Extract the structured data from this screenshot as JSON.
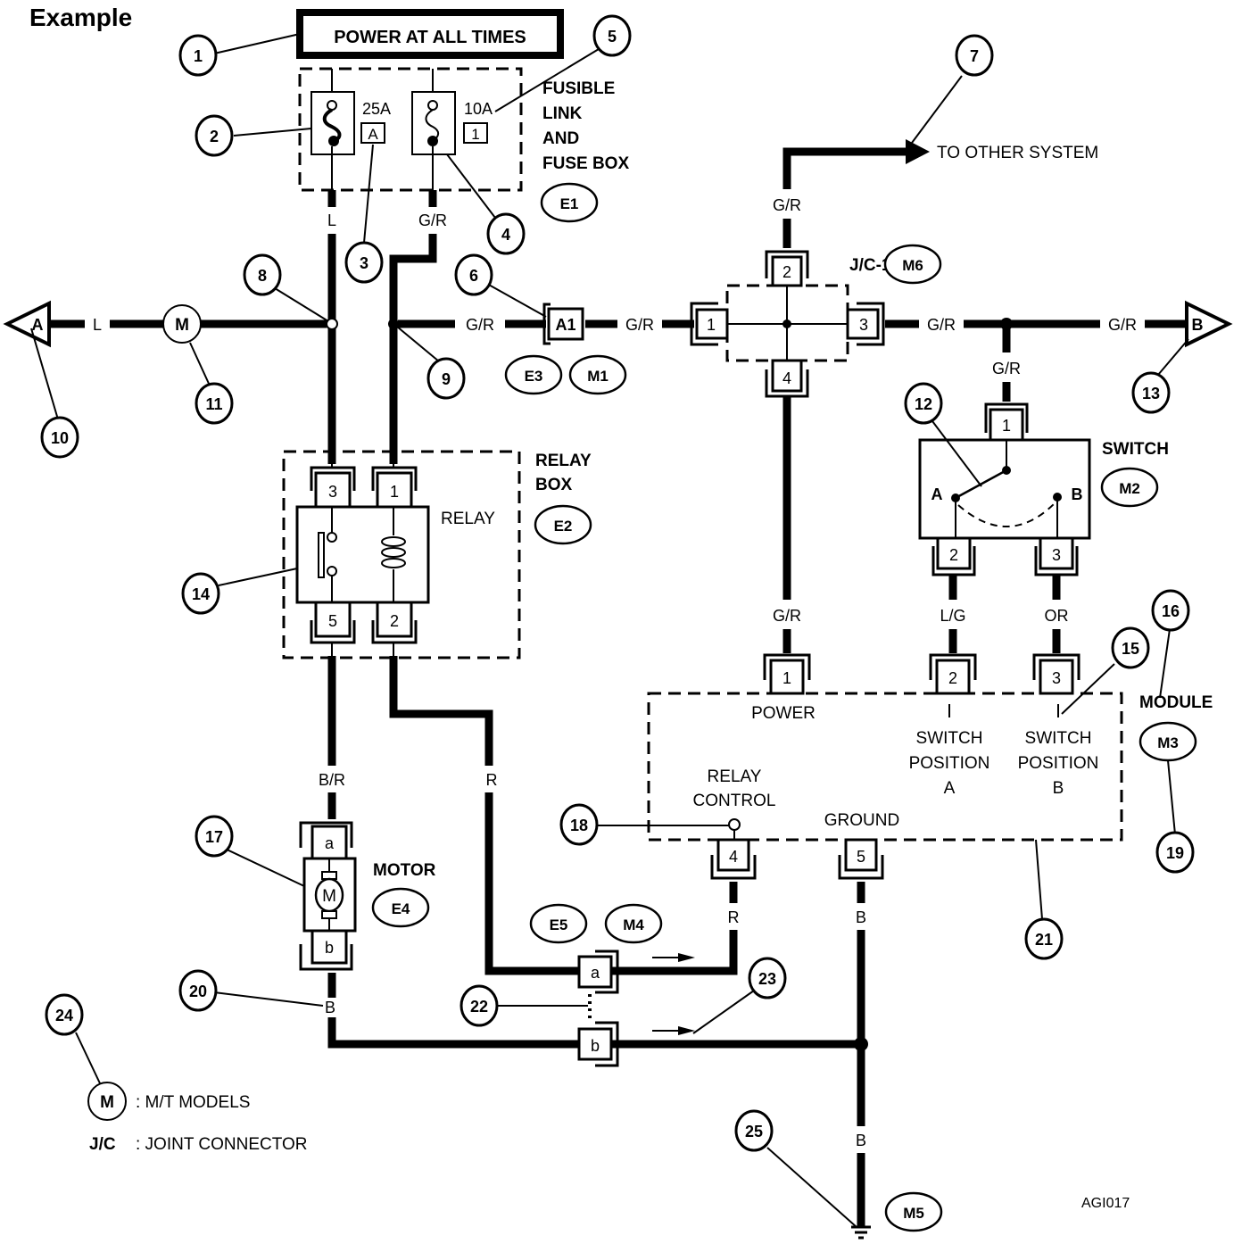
{
  "title": "Example",
  "power_label": "POWER AT ALL TIMES",
  "fuse_box": {
    "label_lines": [
      "FUSIBLE",
      "LINK",
      "AND",
      "FUSE BOX"
    ],
    "code": "E1",
    "fusible_link": {
      "rating": "25A",
      "id": "A"
    },
    "fuse": {
      "rating": "10A",
      "id": "1"
    }
  },
  "wires": {
    "L_top": "L",
    "GR_top": "G/R",
    "L_left": "L",
    "GR_a1_left": "G/R",
    "GR_a1_right": "G/R",
    "GR_jc_up": "G/R",
    "GR_jc_right": "G/R",
    "GR_right_end": "G/R",
    "GR_switch": "G/R",
    "GR_module": "G/R",
    "LG": "L/G",
    "OR": "OR",
    "BR": "B/R",
    "R_relay": "R",
    "R_module": "R",
    "B_motor": "B",
    "B_ground_top": "B",
    "B_ground_bottom": "B"
  },
  "other_system": "TO OTHER SYSTEM",
  "connector_a1": {
    "id": "A1",
    "codes": [
      "E3",
      "M1"
    ]
  },
  "joint_connector": {
    "label": "J/C-1",
    "code": "M6",
    "pins": [
      "1",
      "2",
      "3",
      "4"
    ]
  },
  "terminal_a": "A",
  "terminal_b": "B",
  "mt_symbol": "M",
  "switch": {
    "label": "SWITCH",
    "code": "M2",
    "pins": [
      "1",
      "2",
      "3"
    ],
    "pos_a": "A",
    "pos_b": "B"
  },
  "relay_box": {
    "label_lines": [
      "RELAY",
      "BOX"
    ],
    "code": "E2",
    "relay_label": "RELAY",
    "pins": [
      "3",
      "1",
      "5",
      "2"
    ]
  },
  "module": {
    "label": "MODULE",
    "code": "M3",
    "pins": [
      "1",
      "2",
      "3",
      "4",
      "5"
    ],
    "power": "POWER",
    "switch_a_lines": [
      "SWITCH",
      "POSITION",
      "A"
    ],
    "switch_b_lines": [
      "SWITCH",
      "POSITION",
      "B"
    ],
    "relay_control_lines": [
      "RELAY",
      "CONTROL"
    ],
    "ground": "GROUND"
  },
  "motor": {
    "label": "MOTOR",
    "code": "E4",
    "symbol": "M",
    "pins": [
      "a",
      "b"
    ]
  },
  "connector_ab": {
    "codes": [
      "E5",
      "M4"
    ],
    "pins": [
      "a",
      "b"
    ]
  },
  "ground_code": "M5",
  "legend": [
    {
      "symbol": "M",
      "text": ": M/T MODELS"
    },
    {
      "symbol": "J/C",
      "text": ": JOINT CONNECTOR"
    }
  ],
  "figure_id": "AGI017",
  "callouts": [
    "1",
    "2",
    "3",
    "4",
    "5",
    "6",
    "7",
    "8",
    "9",
    "10",
    "11",
    "12",
    "13",
    "14",
    "15",
    "16",
    "17",
    "18",
    "19",
    "20",
    "21",
    "22",
    "23",
    "24",
    "25"
  ]
}
